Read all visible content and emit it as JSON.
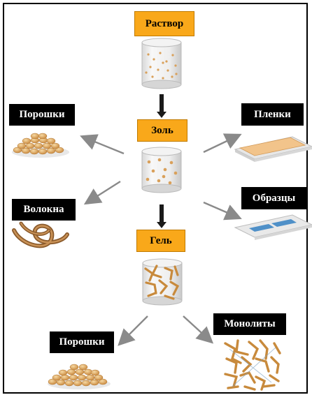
{
  "labels": {
    "solution": "Раствор",
    "sol": "Золь",
    "gel": "Гель",
    "powders_top": "Порошки",
    "fibers": "Волокна",
    "films": "Пленки",
    "samples": "Образцы",
    "powders_bottom": "Порошки",
    "monoliths": "Монолиты"
  },
  "colors": {
    "process_label_bg": "#f9a81a",
    "product_label_bg": "#000000",
    "product_label_text": "#ffffff",
    "arrow_dark": "#1a1a1a",
    "arrow_gray": "#8a8a8a",
    "material": "#d9a05a"
  },
  "icons": [
    "beaker-solution-icon",
    "beaker-sol-icon",
    "beaker-gel-icon",
    "powder-pile-icon",
    "fiber-coil-icon",
    "film-sheet-icon",
    "coated-sample-icon",
    "monolith-block-icon"
  ]
}
